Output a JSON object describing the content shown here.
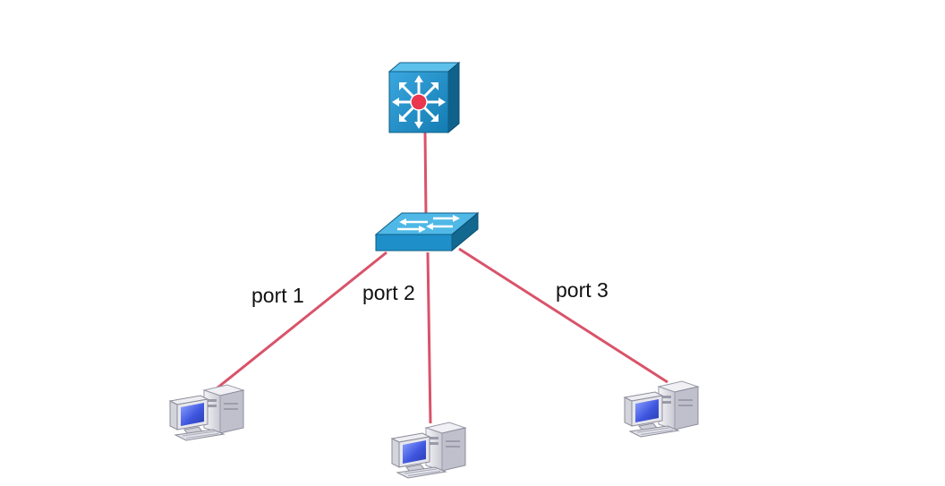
{
  "diagram": {
    "nodes": [
      {
        "id": "core",
        "type": "multilayer-switch"
      },
      {
        "id": "switch",
        "type": "workgroup-switch"
      },
      {
        "id": "pc1",
        "type": "workstation"
      },
      {
        "id": "pc2",
        "type": "workstation"
      },
      {
        "id": "pc3",
        "type": "workstation"
      }
    ],
    "links": [
      {
        "from": "core",
        "to": "switch",
        "label": ""
      },
      {
        "from": "switch",
        "to": "pc1",
        "label": "port 1"
      },
      {
        "from": "switch",
        "to": "pc2",
        "label": "port 2"
      },
      {
        "from": "switch",
        "to": "pc3",
        "label": "port 3"
      }
    ]
  },
  "colors": {
    "link": "#d9536a",
    "device_blue": "#1e8fc9",
    "device_blue_light": "#4fb8e6",
    "device_blue_dark": "#12688f",
    "core_center": "#e8374f",
    "pc_body": "#e4e4ea",
    "pc_screen": "#3f57e0"
  }
}
